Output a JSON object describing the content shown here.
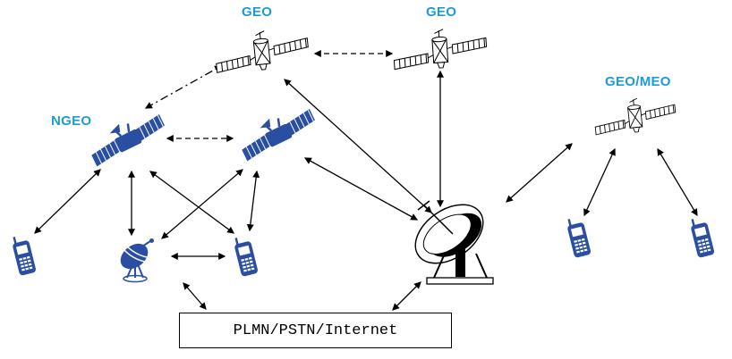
{
  "labels": {
    "geo_left": "GEO",
    "geo_right": "GEO",
    "ngeo": "NGEO",
    "geo_meo": "GEO/MEO",
    "core_network": "PLMN/PSTN/Internet"
  },
  "colors": {
    "label_text": "#1a9cd8",
    "device_blue": "#2a4fa2",
    "line": "#000000",
    "background": "#ffffff"
  },
  "network": {
    "nodes": [
      {
        "id": "geo-left",
        "type": "geo-satellite",
        "label": "GEO"
      },
      {
        "id": "geo-right",
        "type": "geo-satellite",
        "label": "GEO"
      },
      {
        "id": "geo-meo",
        "type": "geo-meo-satellite",
        "label": "GEO/MEO"
      },
      {
        "id": "ngeo-left",
        "type": "ngeo-satellite",
        "label": "NGEO"
      },
      {
        "id": "ngeo-right",
        "type": "ngeo-satellite",
        "label": ""
      },
      {
        "id": "phone-far-left",
        "type": "mobile-terminal",
        "label": ""
      },
      {
        "id": "phone-center",
        "type": "mobile-terminal",
        "label": ""
      },
      {
        "id": "phone-right-1",
        "type": "mobile-terminal",
        "label": ""
      },
      {
        "id": "phone-right-2",
        "type": "mobile-terminal",
        "label": ""
      },
      {
        "id": "small-dish",
        "type": "ground-terminal-dish",
        "label": ""
      },
      {
        "id": "large-dish",
        "type": "gateway-ground-station",
        "label": ""
      },
      {
        "id": "core-network",
        "type": "network-cloud-box",
        "label": "PLMN/PSTN/Internet"
      }
    ],
    "links": [
      {
        "from": "geo-left",
        "to": "geo-right",
        "style": "dashed"
      },
      {
        "from": "ngeo-left",
        "to": "geo-left",
        "style": "dashdot"
      },
      {
        "from": "ngeo-left",
        "to": "ngeo-right",
        "style": "dashed"
      },
      {
        "from": "geo-left",
        "to": "large-dish",
        "style": "solid"
      },
      {
        "from": "geo-right",
        "to": "large-dish",
        "style": "solid"
      },
      {
        "from": "ngeo-left",
        "to": "phone-far-left",
        "style": "solid"
      },
      {
        "from": "ngeo-left",
        "to": "small-dish",
        "style": "solid"
      },
      {
        "from": "ngeo-left",
        "to": "phone-center",
        "style": "solid"
      },
      {
        "from": "ngeo-right",
        "to": "small-dish",
        "style": "solid"
      },
      {
        "from": "ngeo-right",
        "to": "phone-center",
        "style": "solid"
      },
      {
        "from": "ngeo-right",
        "to": "large-dish",
        "style": "solid"
      },
      {
        "from": "large-dish",
        "to": "geo-meo",
        "style": "solid"
      },
      {
        "from": "geo-meo",
        "to": "phone-right-1",
        "style": "solid"
      },
      {
        "from": "geo-meo",
        "to": "phone-right-2",
        "style": "solid"
      },
      {
        "from": "small-dish",
        "to": "phone-center",
        "style": "solid"
      },
      {
        "from": "small-dish",
        "to": "core-network",
        "style": "solid"
      },
      {
        "from": "large-dish",
        "to": "core-network",
        "style": "solid"
      }
    ]
  }
}
